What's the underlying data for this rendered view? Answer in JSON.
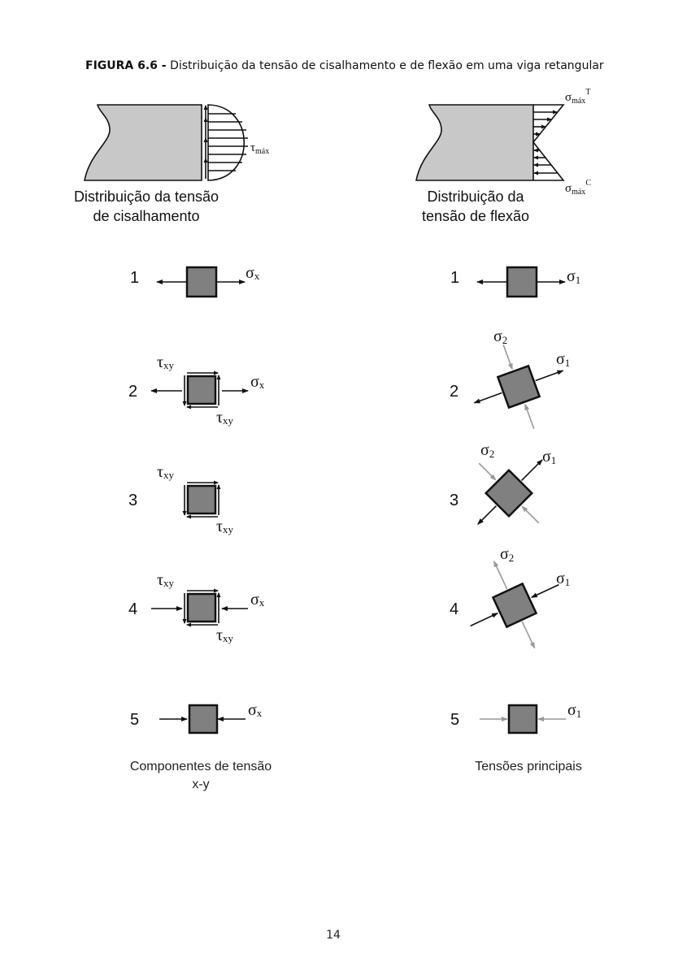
{
  "title": {
    "label": "FIGURA 6.6 -",
    "text": "Distribuição da tensão de cisalhamento e de flexão em uma viga retangular"
  },
  "shear_diagram": {
    "symbol": "τ",
    "subscript": "máx",
    "caption_line1": "Distribuição da tensão",
    "caption_line2": "de cisalhamento"
  },
  "bending_diagram": {
    "symbol": "σ",
    "subscript": "máx",
    "tension_sup": "T",
    "compression_sup": "C",
    "caption_line1": "Distribuição da",
    "caption_line2": "tensão de flexão"
  },
  "left_column": {
    "numbers": [
      "1",
      "2",
      "3",
      "4",
      "5"
    ],
    "sigma": "σ",
    "sigma_sub": "x",
    "tau": "τ",
    "tau_sub": "xy",
    "caption_line1": "Componentes de tensão",
    "caption_line2": "x-y"
  },
  "right_column": {
    "numbers": [
      "1",
      "2",
      "3",
      "4",
      "5"
    ],
    "sigma": "σ",
    "sub1": "1",
    "sub2": "2",
    "caption": "Tensões principais"
  },
  "page_number": "14"
}
